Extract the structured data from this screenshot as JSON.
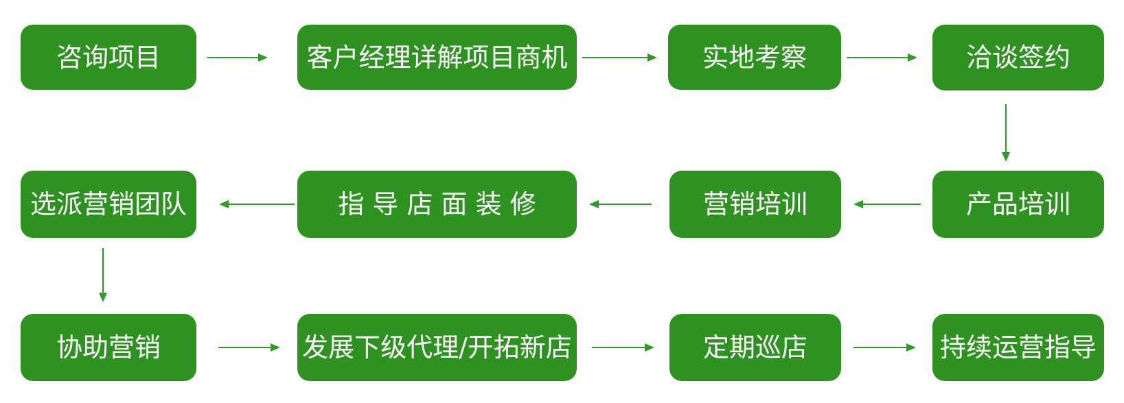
{
  "diagram": {
    "type": "flowchart",
    "background_color": "#FFFFFF",
    "colors": {
      "node_fill": "#2E9220",
      "node_text": "#FFFFFF",
      "arrow": "#2F9A28"
    },
    "nodes": [
      {
        "label": "咨询项目"
      },
      {
        "label": "客户经理详解项目商机"
      },
      {
        "label": "实地考察"
      },
      {
        "label": "洽谈签约"
      },
      {
        "label": "产品培训"
      },
      {
        "label": "营销培训"
      },
      {
        "label": "指 导 店 面 装 修"
      },
      {
        "label": "选派营销团队"
      },
      {
        "label": "协助营销"
      },
      {
        "label": "发展下级代理/开拓新店"
      },
      {
        "label": "定期巡店"
      },
      {
        "label": "持续运营指导"
      }
    ],
    "connections": [
      {
        "from": "咨询项目",
        "to": "客户经理详解项目商机",
        "direction": "right"
      },
      {
        "from": "客户经理详解项目商机",
        "to": "实地考察",
        "direction": "right"
      },
      {
        "from": "实地考察",
        "to": "洽谈签约",
        "direction": "right"
      },
      {
        "from": "洽谈签约",
        "to": "产品培训",
        "direction": "down"
      },
      {
        "from": "产品培训",
        "to": "营销培训",
        "direction": "left"
      },
      {
        "from": "营销培训",
        "to": "指导店面装修",
        "direction": "left"
      },
      {
        "from": "指导店面装修",
        "to": "选派营销团队",
        "direction": "left"
      },
      {
        "from": "选派营销团队",
        "to": "协助营销",
        "direction": "down"
      },
      {
        "from": "协助营销",
        "to": "发展下级代理/开拓新店",
        "direction": "right"
      },
      {
        "from": "发展下级代理/开拓新店",
        "to": "定期巡店",
        "direction": "right"
      },
      {
        "from": "定期巡店",
        "to": "持续运营指导",
        "direction": "right"
      }
    ]
  }
}
